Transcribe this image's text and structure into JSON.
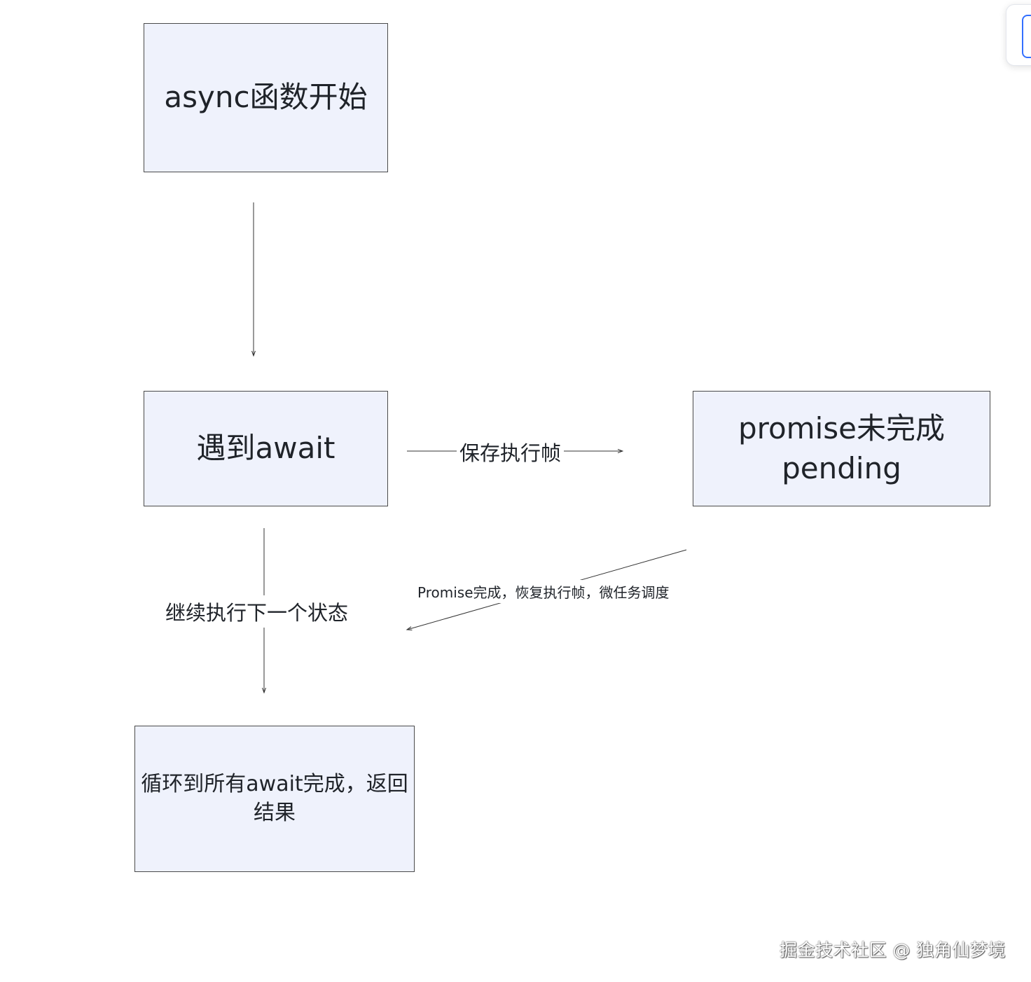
{
  "diagram": {
    "nodes": {
      "start": {
        "label": "async函数开始"
      },
      "await": {
        "label": "遇到await"
      },
      "pending": {
        "line1": "promise未完成",
        "line2": "pending"
      },
      "result": {
        "line1": "循环到所有await完成，返回",
        "line2": "结果"
      }
    },
    "edges": {
      "save_frame": {
        "label": "保存执行帧"
      },
      "continue": {
        "label": "继续执行下一个状态"
      },
      "resume": {
        "label": "Promise完成，恢复执行帧，微任务调度"
      }
    },
    "colors": {
      "node_fill": "#eff2fc",
      "node_border": "#4a4a4a",
      "edge": "#333333",
      "text": "#1f2329"
    }
  },
  "watermark": "掘金技术社区 @ 独角仙梦境",
  "corner_widget_icon": "panel-toggle-icon"
}
